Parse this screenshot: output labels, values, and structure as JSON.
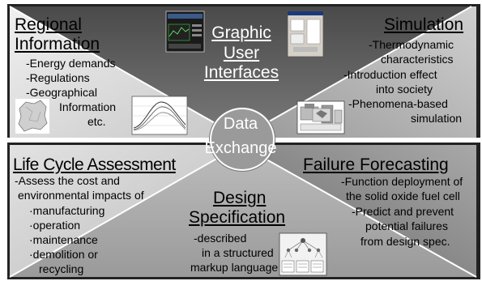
{
  "center": {
    "line1": "Data",
    "line2": "Exchange"
  },
  "top_center": {
    "lines": [
      "Graphic",
      "User",
      "Interfaces"
    ]
  },
  "top_left": {
    "heading": [
      "Regional",
      "Information"
    ],
    "items": [
      "-Energy demands",
      "-Regulations",
      "-Geographical",
      "Information",
      "etc."
    ]
  },
  "top_right": {
    "heading": "Simulation",
    "items": [
      "-Thermodynamic",
      "characteristics",
      "-Introduction effect",
      "into society",
      "-Phenomena-based",
      "simulation"
    ]
  },
  "bottom_left": {
    "heading": "Life Cycle Assessment",
    "items": [
      "-Assess the cost and",
      "environmental impacts of",
      "·manufacturing",
      "·operation",
      "·maintenance",
      "·demolition or",
      "recycling"
    ]
  },
  "bottom_center": {
    "heading": [
      "Design",
      "Specification"
    ],
    "items": [
      "-described",
      "in a structured",
      "markup language"
    ]
  },
  "bottom_right": {
    "heading": "Failure Forecasting",
    "items": [
      "-Function deployment of",
      "the solid oxide fuel cell",
      "-Predict and prevent",
      "potential failures",
      "from design spec."
    ]
  },
  "colors": {
    "light": "#e6e6e6",
    "mid": "#b4b4b4",
    "dark": "#5a5a5a",
    "darker": "#6b6b6b"
  }
}
